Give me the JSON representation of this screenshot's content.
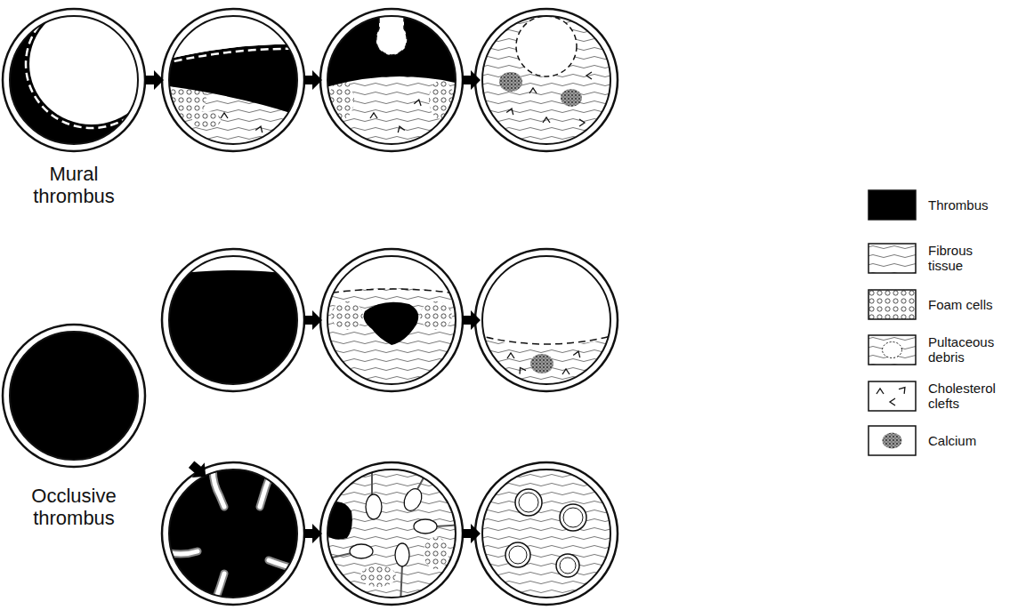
{
  "diagram": {
    "labels": [
      "Mural thrombus",
      "Occlusive thrombus"
    ],
    "legend": [
      {
        "text": "Thrombus",
        "color": "#000000"
      },
      {
        "text": "Fibrous tissue"
      },
      {
        "text": "Foam cells"
      },
      {
        "text": "Pultaceous debris"
      },
      {
        "text": "Cholesterol clefts"
      },
      {
        "text": "Calcium"
      }
    ]
  }
}
